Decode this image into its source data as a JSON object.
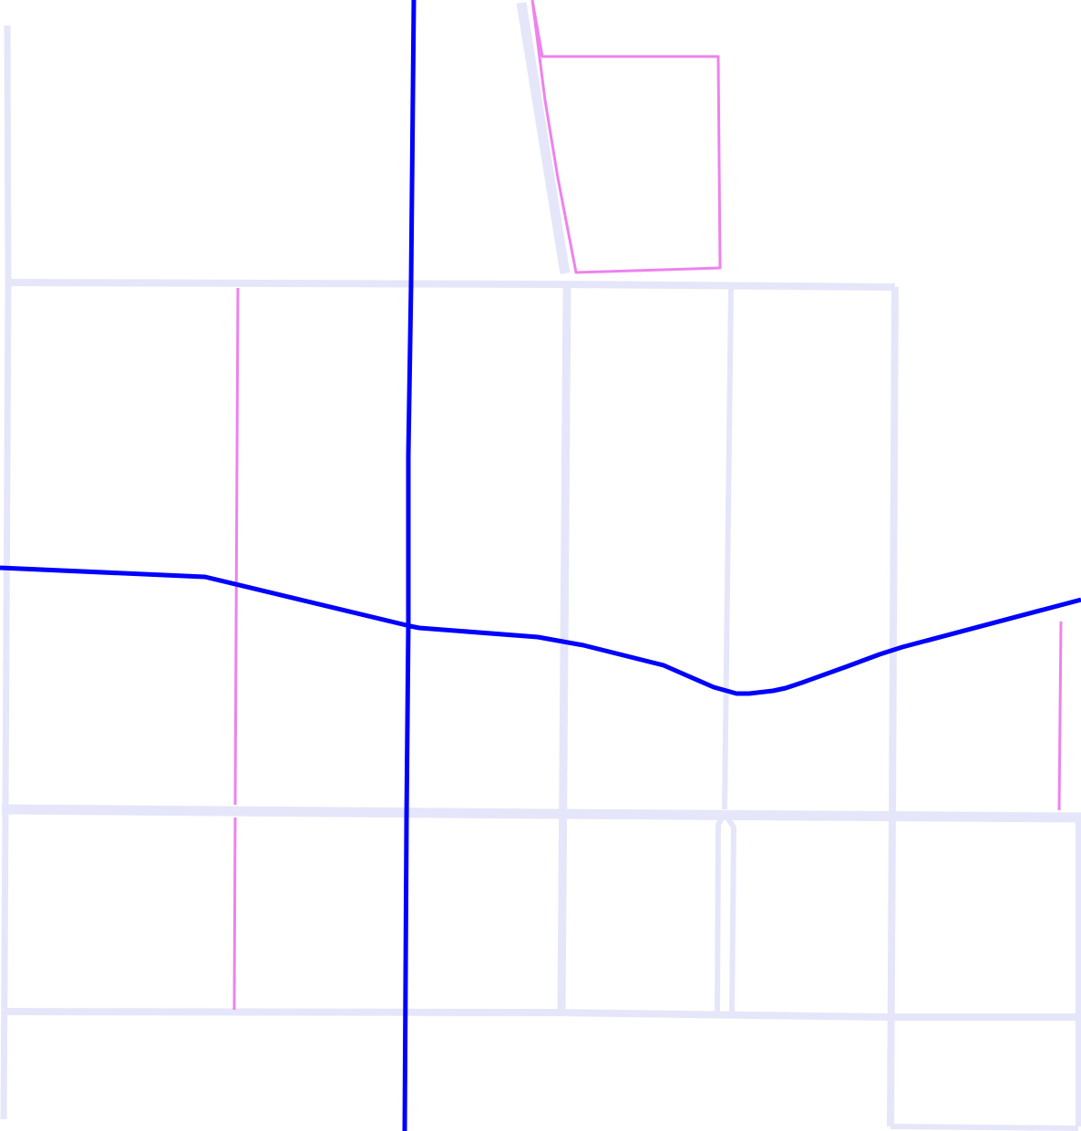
{
  "map": {
    "style": {
      "background": "#ffffff",
      "minor_road_color": "#e6e6fa",
      "service_road_color": "#ee82ee",
      "major_road_color": "#0000ff"
    },
    "layers": [
      "minor-roads",
      "service-roads",
      "major-roads"
    ],
    "labels": []
  }
}
